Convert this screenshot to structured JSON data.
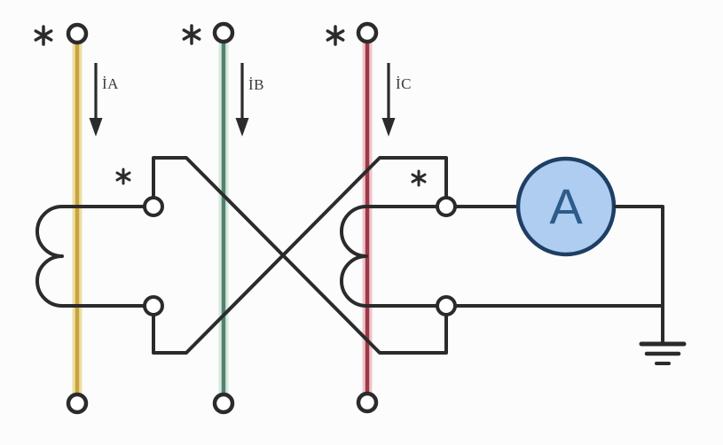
{
  "diagram": {
    "kind": "circuit-diagram",
    "subject": "two cross-connected current transformers on phases A and C feeding one ammeter with earth ground"
  },
  "phases": [
    {
      "name": "A",
      "current_label": "İA",
      "color": "#c9a23c",
      "glow": "#ecdfa4"
    },
    {
      "name": "B",
      "current_label": "İB",
      "color": "#55806e",
      "glow": "#d5eadf"
    },
    {
      "name": "C",
      "current_label": "İC",
      "color": "#9c3944",
      "glow": "#eec6cd"
    }
  ],
  "ammeter": {
    "label": "A",
    "fill": "#aecdf0",
    "stroke": "#1e3f63",
    "text_color": "#2d5c8a"
  },
  "colors": {
    "background": "#fcfcfc",
    "wire": "#2b2b2b",
    "label_text": "#3a3a3a",
    "terminal_fill": "#ffffff"
  },
  "icons": {
    "polarity_marker": "asterisk-icon",
    "ground": "earth-ground-icon",
    "terminal": "open-circle-terminal-icon",
    "current_direction": "down-arrow-icon"
  }
}
